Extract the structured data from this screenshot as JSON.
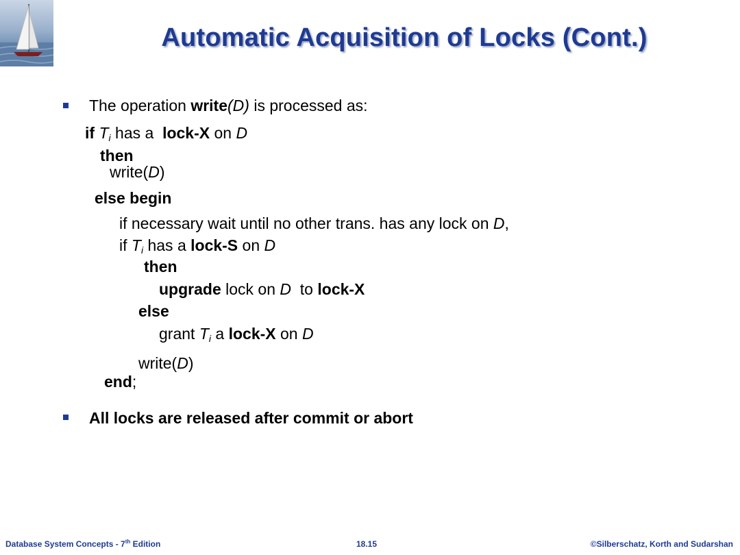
{
  "slide": {
    "title": "Automatic Acquisition of Locks (Cont.)",
    "bullet1": {
      "pre": "The operation ",
      "kw": "write",
      "arg": "(D)",
      "post": " is processed as:"
    },
    "code": {
      "l1_if": "if",
      "l1_T": "T",
      "l1_i": "i",
      "l1_has": " has a ",
      "l1_lockx": "lock-X",
      "l1_on": " on ",
      "l1_D": "D",
      "l2_then": "then",
      "l3_write": "write(",
      "l3_D": "D",
      "l3_close": ")",
      "l4_else": "else begin",
      "l5_text": "if necessary wait until no other trans. has any lock on ",
      "l5_D": "D",
      "l5_comma": ",",
      "l6_if": "if ",
      "l6_T": "T",
      "l6_i": "i",
      "l6_has": " has a ",
      "l6_locks": "lock-S",
      "l6_on": " on ",
      "l6_D": "D",
      "l7_then": "then",
      "l8_upgrade": "upgrade",
      "l8_lockon": " lock on ",
      "l8_D": "D",
      "l8_to": "  to ",
      "l8_lockx": "lock-X",
      "l9_else": "else",
      "l10_grant": "grant ",
      "l10_T": "T",
      "l10_i": "i",
      "l10_a": " a ",
      "l10_lockx": "lock-X",
      "l10_on": " on ",
      "l10_D": "D",
      "l11_write": "write(",
      "l11_D": "D",
      "l11_close": ")",
      "l12_end": "end",
      "l12_semi": ";"
    },
    "bullet2": "All locks are released after commit or abort"
  },
  "footer": {
    "left_pre": "Database System Concepts - 7",
    "left_sup": "th",
    "left_post": " Edition",
    "center": "18.15",
    "right": "©Silberschatz, Korth and Sudarshan"
  },
  "colors": {
    "title": "#1f3a93",
    "bullet": "#1f3a93",
    "footer": "#1f3a93"
  },
  "icons": {
    "logo": "sailboat-logo"
  }
}
